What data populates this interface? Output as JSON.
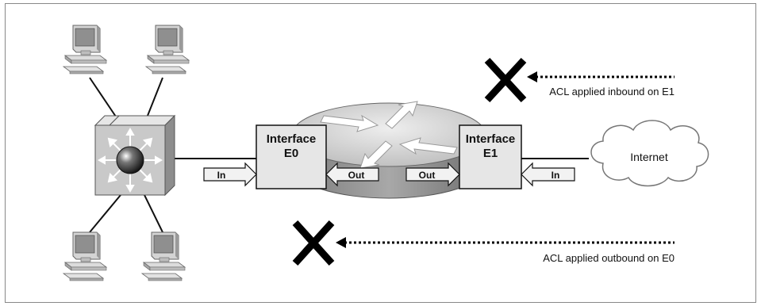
{
  "diagram": {
    "interfaces": {
      "e0": {
        "title": "Interface",
        "name": "E0"
      },
      "e1": {
        "title": "Interface",
        "name": "E1"
      }
    },
    "arrows": {
      "e0_in": "In",
      "e0_out": "Out",
      "e1_out": "Out",
      "e1_in": "In"
    },
    "cloud_label": "Internet",
    "annotations": {
      "inbound": "ACL applied inbound on E1",
      "outbound": "ACL applied outbound on E0"
    },
    "colors": {
      "device_gray": "#cfcfcf",
      "router_top": "#d9d9d9",
      "router_side": "#8c8c8c",
      "interface_box": "#e6e6e6",
      "outline": "#111111"
    },
    "icons": [
      "computer-icon",
      "switch-icon",
      "router-icon",
      "cloud-icon",
      "deny-x-icon"
    ]
  }
}
